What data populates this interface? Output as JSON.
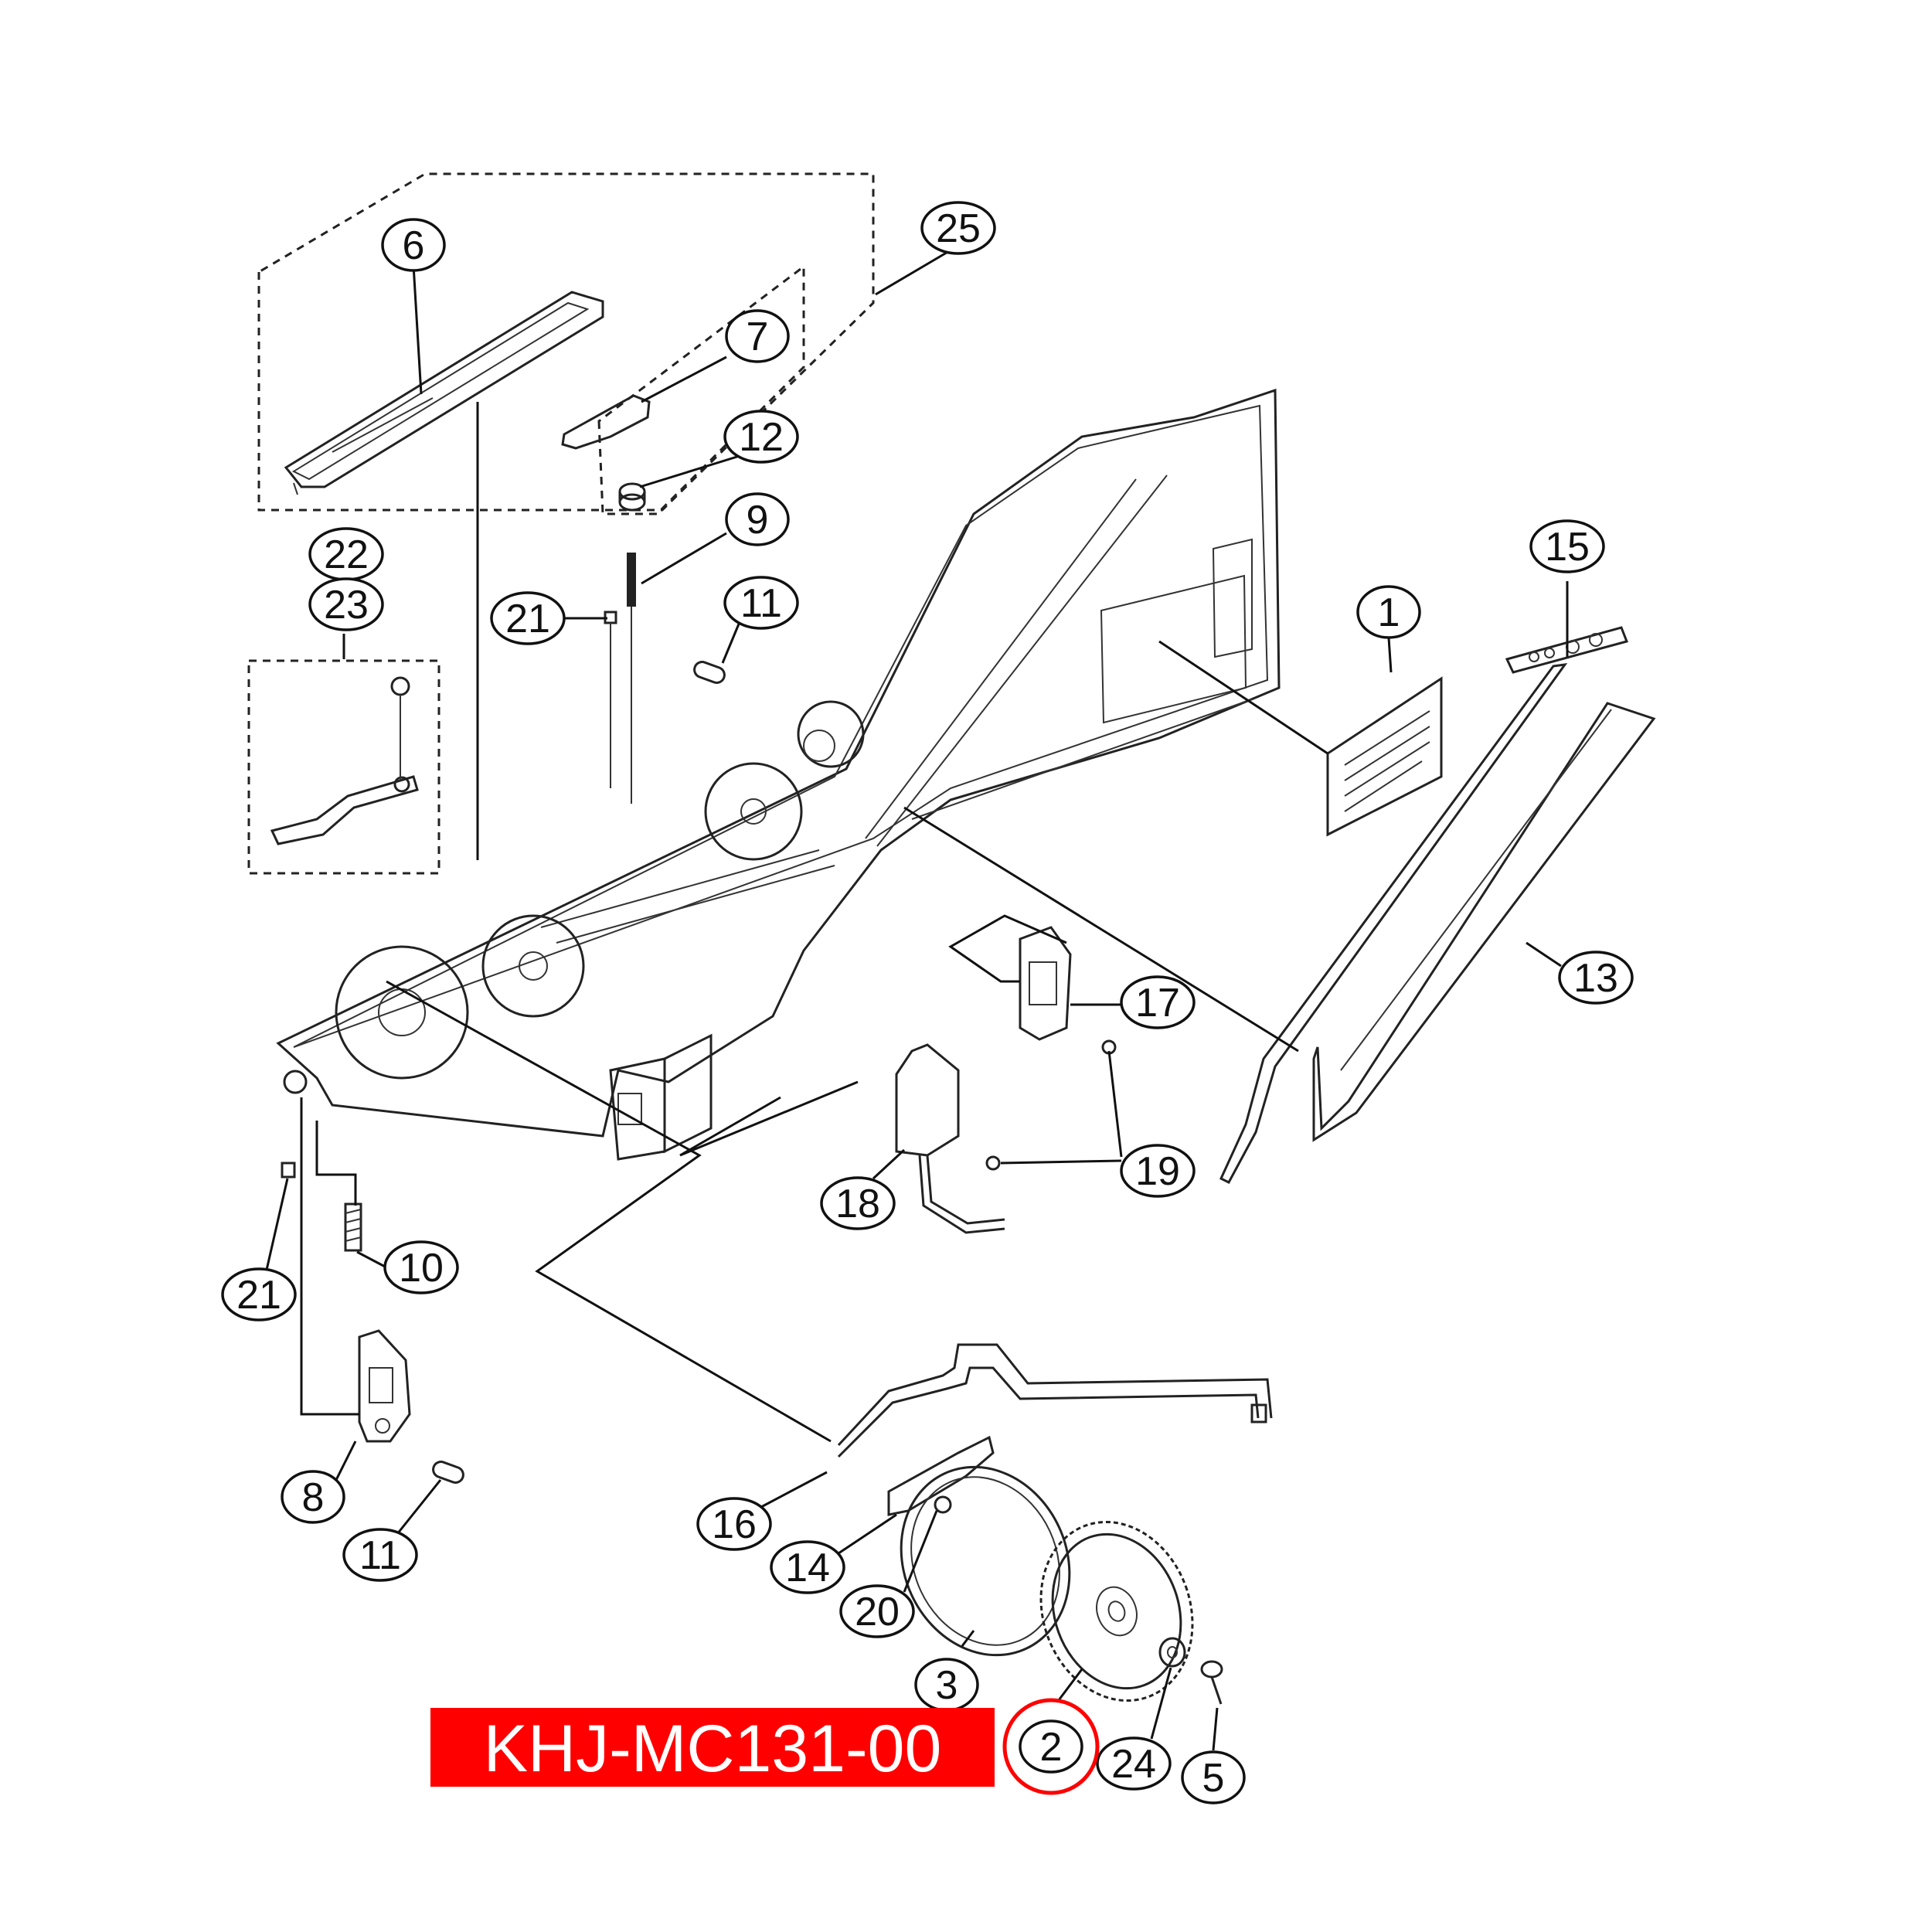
{
  "part_number": "KHJ-MC131-00",
  "highlight_color": "#ff0000",
  "callouts": {
    "c1": "1",
    "c2": "2",
    "c3": "3",
    "c5": "5",
    "c6": "6",
    "c7": "7",
    "c8": "8",
    "c9": "9",
    "c10": "10",
    "c11a": "11",
    "c11b": "11",
    "c12": "12",
    "c13": "13",
    "c14": "14",
    "c15": "15",
    "c16": "16",
    "c17": "17",
    "c18": "18",
    "c19": "19",
    "c20": "20",
    "c21a": "21",
    "c21b": "21",
    "c22": "22",
    "c23": "23",
    "c24": "24",
    "c25": "25"
  }
}
